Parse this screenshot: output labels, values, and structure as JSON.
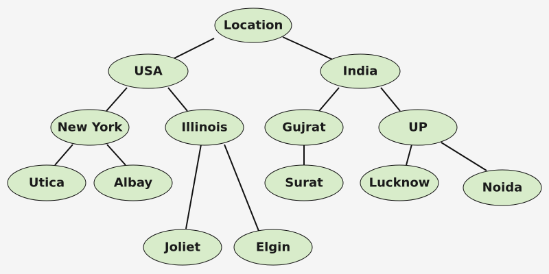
{
  "colors": {
    "background": "#f5f5f5",
    "node_fill": "#d8ecca",
    "node_stroke": "#111111",
    "edge": "#111111",
    "text": "#1a1a1a"
  },
  "tree": {
    "nodes": [
      {
        "id": "location",
        "label": "Location"
      },
      {
        "id": "usa",
        "label": "USA"
      },
      {
        "id": "india",
        "label": "India"
      },
      {
        "id": "new-york",
        "label": "New York"
      },
      {
        "id": "illinois",
        "label": "Illinois"
      },
      {
        "id": "gujrat",
        "label": "Gujrat"
      },
      {
        "id": "up",
        "label": "UP"
      },
      {
        "id": "utica",
        "label": "Utica"
      },
      {
        "id": "albay",
        "label": "Albay"
      },
      {
        "id": "surat",
        "label": "Surat"
      },
      {
        "id": "lucknow",
        "label": "Lucknow"
      },
      {
        "id": "noida",
        "label": "Noida"
      },
      {
        "id": "joliet",
        "label": "Joliet"
      },
      {
        "id": "elgin",
        "label": "Elgin"
      }
    ],
    "edges": [
      {
        "from": "location",
        "to": "usa"
      },
      {
        "from": "location",
        "to": "india"
      },
      {
        "from": "usa",
        "to": "new-york"
      },
      {
        "from": "usa",
        "to": "illinois"
      },
      {
        "from": "india",
        "to": "gujrat"
      },
      {
        "from": "india",
        "to": "up"
      },
      {
        "from": "new-york",
        "to": "utica"
      },
      {
        "from": "new-york",
        "to": "albay"
      },
      {
        "from": "illinois",
        "to": "joliet"
      },
      {
        "from": "illinois",
        "to": "elgin"
      },
      {
        "from": "gujrat",
        "to": "surat"
      },
      {
        "from": "up",
        "to": "lucknow"
      },
      {
        "from": "up",
        "to": "noida"
      }
    ]
  }
}
